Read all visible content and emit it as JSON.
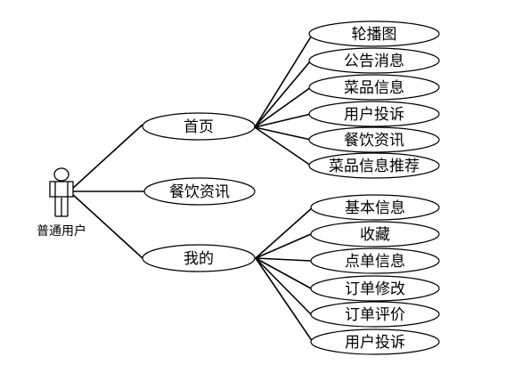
{
  "actor": {
    "label": "普通用户"
  },
  "middle": [
    {
      "id": "home",
      "label": "首页"
    },
    {
      "id": "dining-info",
      "label": "餐饮资讯"
    },
    {
      "id": "mine",
      "label": "我的"
    }
  ],
  "home_children": [
    {
      "id": "carousel",
      "label": "轮播图"
    },
    {
      "id": "announcement",
      "label": "公告消息"
    },
    {
      "id": "dish-info",
      "label": "菜品信息"
    },
    {
      "id": "complaint",
      "label": "用户投诉"
    },
    {
      "id": "dining-news",
      "label": "餐饮资讯"
    },
    {
      "id": "dish-recommend",
      "label": "菜品信息推荐"
    }
  ],
  "mine_children": [
    {
      "id": "basic-info",
      "label": "基本信息"
    },
    {
      "id": "favorites",
      "label": "收藏"
    },
    {
      "id": "order-info",
      "label": "点单信息"
    },
    {
      "id": "order-edit",
      "label": "订单修改"
    },
    {
      "id": "order-review",
      "label": "订单评价"
    },
    {
      "id": "complaint2",
      "label": "用户投诉"
    }
  ]
}
